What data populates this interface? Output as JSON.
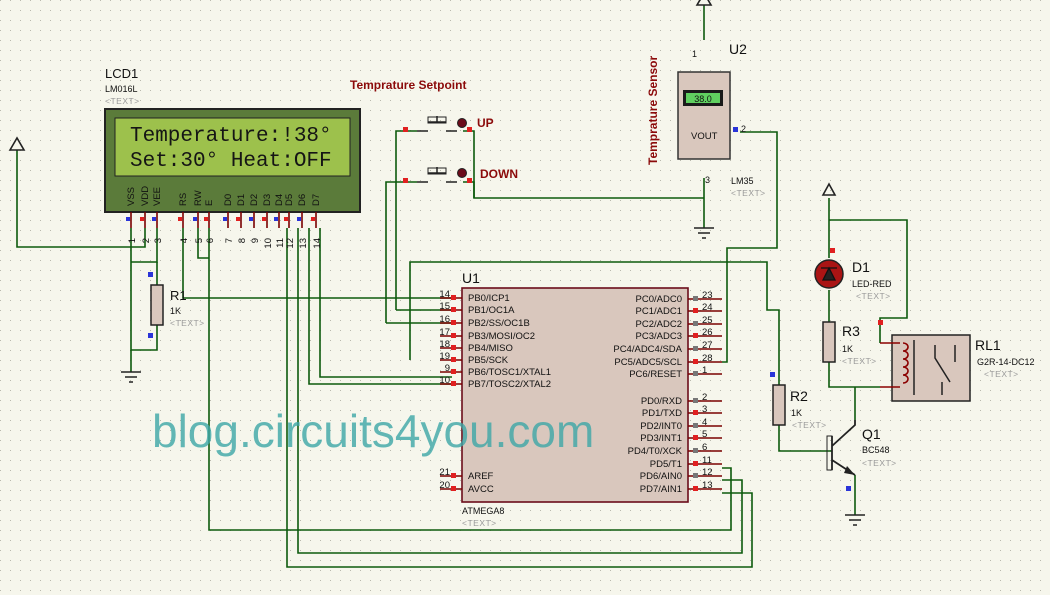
{
  "watermark": "blog.circuits4you.com",
  "lcd": {
    "ref": "LCD1",
    "model": "LM016L",
    "text": "<TEXT>",
    "line1": "Temperature:!38°",
    "line2": "Set:30° Heat:OFF",
    "pins": [
      {
        "n": "1",
        "name": "VSS"
      },
      {
        "n": "2",
        "name": "VDD"
      },
      {
        "n": "3",
        "name": "VEE"
      },
      {
        "n": "4",
        "name": "RS"
      },
      {
        "n": "5",
        "name": "RW"
      },
      {
        "n": "6",
        "name": "E"
      },
      {
        "n": "7",
        "name": "D0"
      },
      {
        "n": "8",
        "name": "D1"
      },
      {
        "n": "9",
        "name": "D2"
      },
      {
        "n": "10",
        "name": "D3"
      },
      {
        "n": "11",
        "name": "D4"
      },
      {
        "n": "12",
        "name": "D5"
      },
      {
        "n": "13",
        "name": "D6"
      },
      {
        "n": "14",
        "name": "D7"
      }
    ]
  },
  "setpoint_title": "Temprature Setpoint",
  "buttons": {
    "up": "UP",
    "down": "DOWN"
  },
  "sensor": {
    "caption": "Temprature Sensor",
    "ref": "U2",
    "readout": "38.0",
    "vout": "VOUT",
    "model": "LM35",
    "text": "<TEXT>",
    "pin1": "1",
    "pin2": "2",
    "pin3": "3"
  },
  "mcu": {
    "ref": "U1",
    "model": "ATMEGA8",
    "text": "<TEXT>",
    "left": [
      {
        "n": "14",
        "name": "PB0/ICP1"
      },
      {
        "n": "15",
        "name": "PB1/OC1A"
      },
      {
        "n": "16",
        "name": "PB2/SS/OC1B"
      },
      {
        "n": "17",
        "name": "PB3/MOSI/OC2"
      },
      {
        "n": "18",
        "name": "PB4/MISO"
      },
      {
        "n": "19",
        "name": "PB5/SCK"
      },
      {
        "n": "9",
        "name": "PB6/TOSC1/XTAL1"
      },
      {
        "n": "10",
        "name": "PB7/TOSC2/XTAL2"
      }
    ],
    "left2": [
      {
        "n": "21",
        "name": "AREF"
      },
      {
        "n": "20",
        "name": "AVCC"
      }
    ],
    "right": [
      {
        "n": "23",
        "name": "PC0/ADC0"
      },
      {
        "n": "24",
        "name": "PC1/ADC1"
      },
      {
        "n": "25",
        "name": "PC2/ADC2"
      },
      {
        "n": "26",
        "name": "PC3/ADC3"
      },
      {
        "n": "27",
        "name": "PC4/ADC4/SDA"
      },
      {
        "n": "28",
        "name": "PC5/ADC5/SCL"
      },
      {
        "n": "1",
        "name": "PC6/RESET"
      }
    ],
    "right2": [
      {
        "n": "2",
        "name": "PD0/RXD"
      },
      {
        "n": "3",
        "name": "PD1/TXD"
      },
      {
        "n": "4",
        "name": "PD2/INT0"
      },
      {
        "n": "5",
        "name": "PD3/INT1"
      },
      {
        "n": "6",
        "name": "PD4/T0/XCK"
      },
      {
        "n": "11",
        "name": "PD5/T1"
      },
      {
        "n": "12",
        "name": "PD6/AIN0"
      },
      {
        "n": "13",
        "name": "PD7/AIN1"
      }
    ]
  },
  "r1": {
    "ref": "R1",
    "value": "1K",
    "text": "<TEXT>"
  },
  "r2": {
    "ref": "R2",
    "value": "1K",
    "text": "<TEXT>"
  },
  "r3": {
    "ref": "R3",
    "value": "1K",
    "text": "<TEXT>"
  },
  "d1": {
    "ref": "D1",
    "model": "LED-RED",
    "text": "<TEXT>"
  },
  "rl1": {
    "ref": "RL1",
    "model": "G2R-14-DC12",
    "text": "<TEXT>"
  },
  "q1": {
    "ref": "Q1",
    "model": "BC548",
    "text": "<TEXT>"
  }
}
